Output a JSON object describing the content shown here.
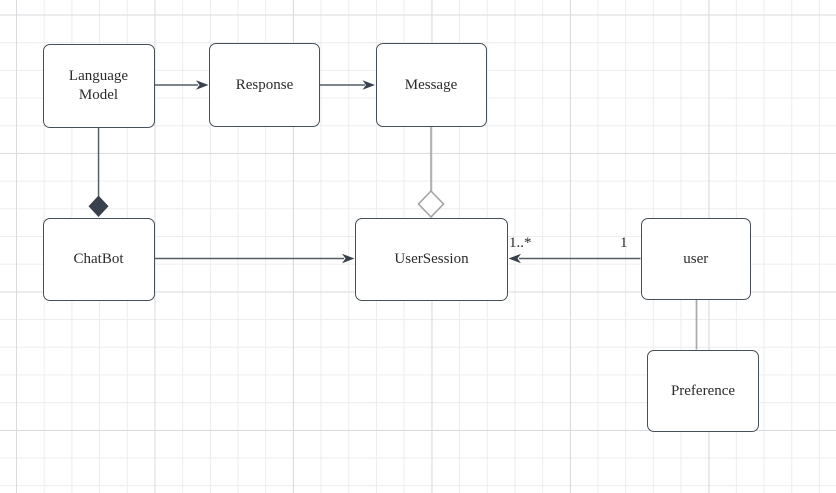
{
  "diagram": {
    "type": "uml-class-diagram",
    "colors": {
      "canvas_background": "#ffffff",
      "grid_minor": "#ededee",
      "grid_major": "#d9dbde",
      "node_fill": "#ffffff",
      "node_border": "#465059",
      "edge_dark": "#555d66",
      "arrowhead_fill": "#39414d",
      "edge_gray": "#a8abae",
      "aggregation_diamond_fill": "#ffffff",
      "text": "#2b2b2b"
    },
    "nodes": [
      {
        "id": "language-model",
        "label": "Language Model"
      },
      {
        "id": "response",
        "label": "Response"
      },
      {
        "id": "message",
        "label": "Message"
      },
      {
        "id": "chatbot",
        "label": "ChatBot"
      },
      {
        "id": "usersession",
        "label": "UserSession"
      },
      {
        "id": "user",
        "label": "user"
      },
      {
        "id": "preference",
        "label": "Preference"
      }
    ],
    "edges": [
      {
        "from": "Language Model",
        "to": "Response",
        "style": "directed-arrow"
      },
      {
        "from": "Response",
        "to": "Message",
        "style": "directed-arrow"
      },
      {
        "from": "ChatBot",
        "to": "UserSession",
        "style": "directed-arrow"
      },
      {
        "from": "user",
        "to": "UserSession",
        "style": "directed-arrow",
        "source_label": "1",
        "target_label": "1..*"
      },
      {
        "from": "Language Model",
        "to": "ChatBot",
        "style": "composition-filled-diamond"
      },
      {
        "from": "Message",
        "to": "UserSession",
        "style": "aggregation-open-diamond"
      },
      {
        "from": "user",
        "to": "Preference",
        "style": "plain-line"
      }
    ]
  }
}
